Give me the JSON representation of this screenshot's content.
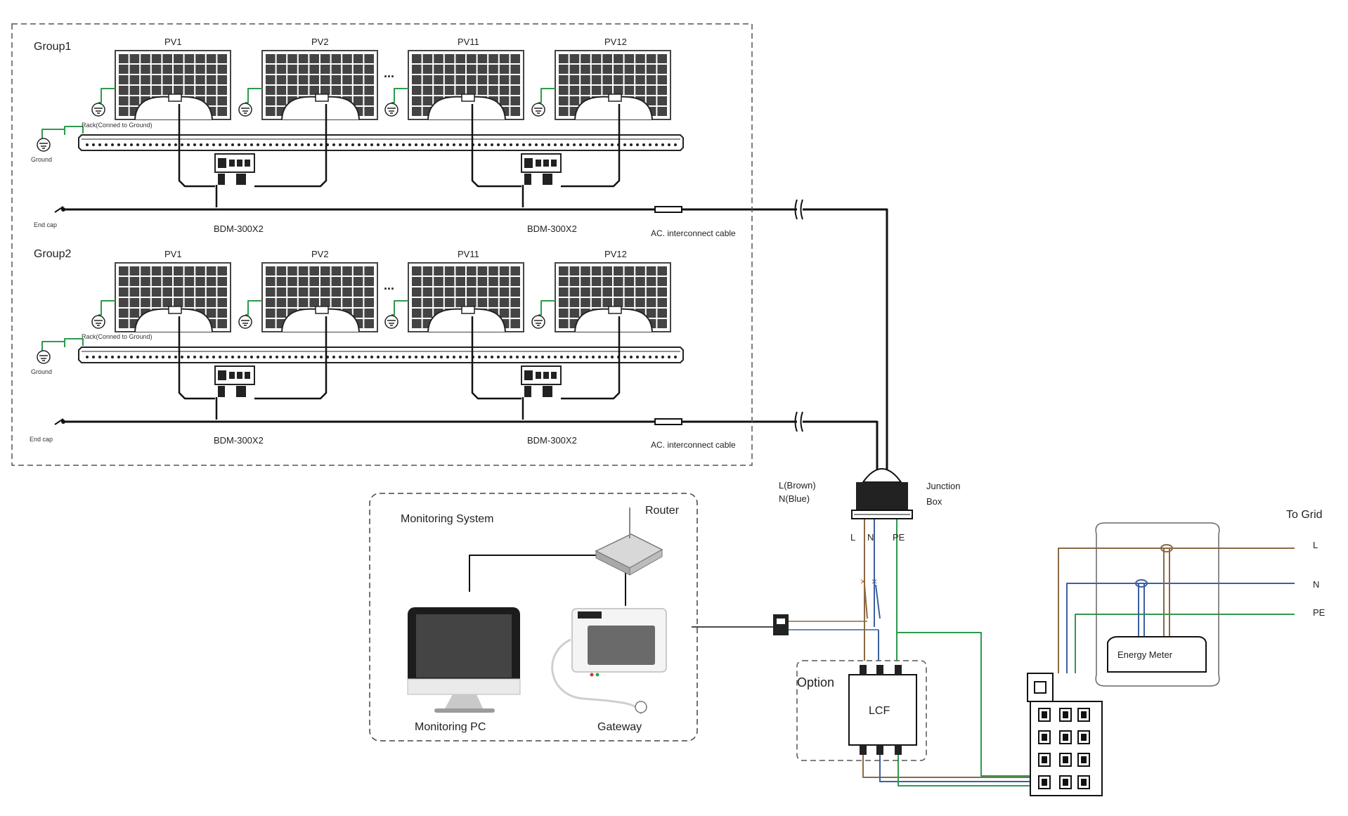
{
  "groups": [
    {
      "title": "Group1",
      "panels": [
        "PV1",
        "PV2",
        "PV11",
        "PV12"
      ],
      "rack_label": "Rack(Conned to Ground)",
      "ground_label": "Ground",
      "endcap_label": "End cap",
      "microinverter_labels": [
        "BDM-300X2",
        "BDM-300X2"
      ],
      "ac_cable_label": "AC. interconnect cable"
    },
    {
      "title": "Group2",
      "panels": [
        "PV1",
        "PV2",
        "PV11",
        "PV12"
      ],
      "rack_label": "Rack(Conned to Ground)",
      "ground_label": "Ground",
      "endcap_label": "End cap",
      "microinverter_labels": [
        "BDM-300X2",
        "BDM-300X2"
      ],
      "ac_cable_label": "AC. interconnect cable"
    }
  ],
  "ellipsis": "...",
  "junction": {
    "wire_colors": [
      "L(Brown)",
      "N(Blue)"
    ],
    "title_line1": "Junction",
    "title_line2": "Box",
    "terminals": [
      "L",
      "N",
      "PE"
    ]
  },
  "monitoring": {
    "title": "Monitoring System",
    "router": "Router",
    "pc": "Monitoring PC",
    "gateway": "Gateway"
  },
  "option": {
    "title": "Option",
    "lcf": "LCF"
  },
  "grid": {
    "title": "To Grid",
    "lines": [
      "L",
      "N",
      "PE"
    ]
  },
  "meter": {
    "title": "Energy Meter"
  },
  "colors": {
    "brown": "#8a6a45",
    "blue": "#3c5fa0",
    "green": "#2e9a4e",
    "panel": "#444444",
    "wire": "#111111"
  }
}
